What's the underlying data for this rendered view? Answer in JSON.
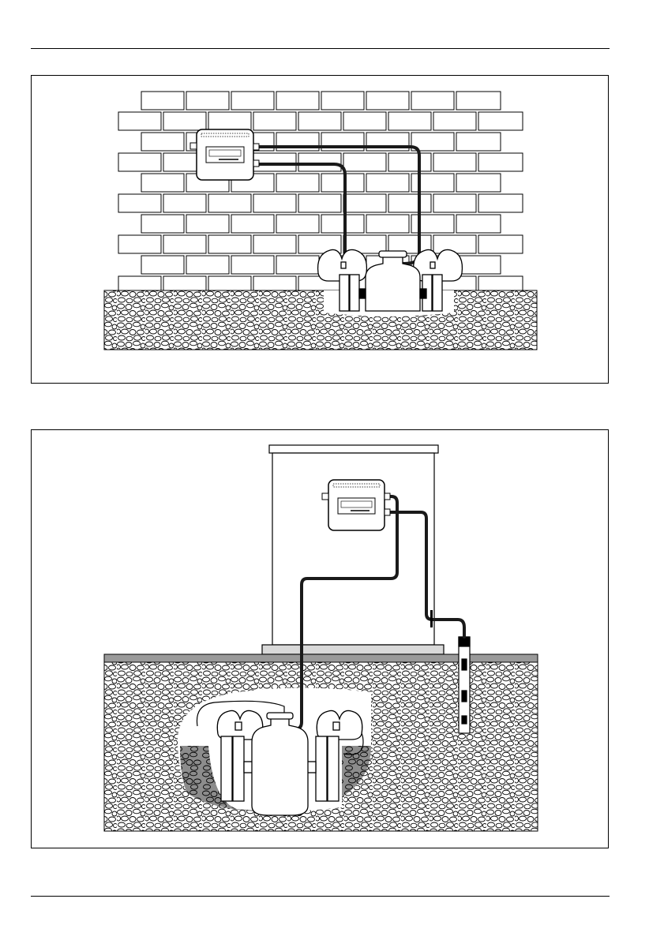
{
  "page": {
    "header_text": "",
    "footer_text": ""
  },
  "figures": [
    {
      "id": "wall-mounted-installation",
      "caption": "",
      "elements": [
        "brick-wall",
        "signal-converter",
        "signal-cables",
        "flow-sensor",
        "pipe-clamps",
        "gravel-ground"
      ]
    },
    {
      "id": "cabinet-installation",
      "caption": "",
      "elements": [
        "cabinet",
        "signal-converter",
        "signal-cables",
        "flow-sensor",
        "pipe-clamps",
        "gravel-ground",
        "grounding-rod"
      ]
    }
  ],
  "colors": {
    "line": "#000000",
    "cable": "#1a1a1a",
    "cabinet_base": "#d9d9d9",
    "ground_surface": "#9a9a9a",
    "background": "#ffffff"
  }
}
